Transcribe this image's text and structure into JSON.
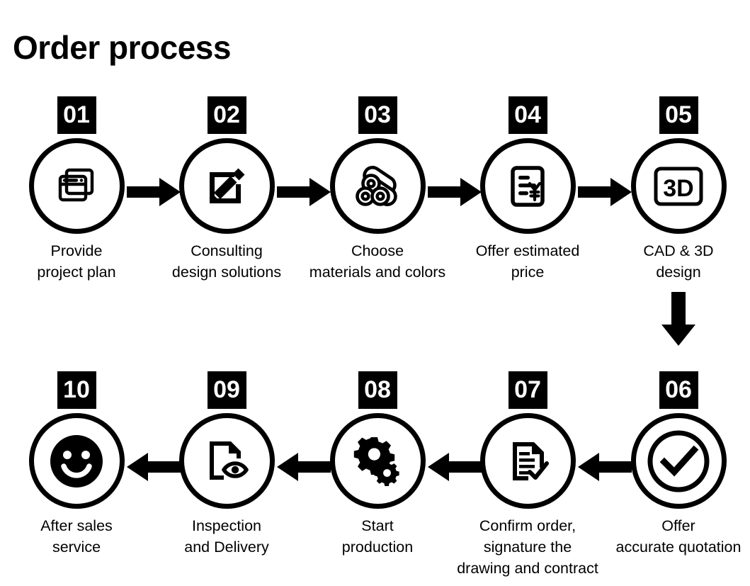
{
  "page": {
    "title": "Order process",
    "background_color": "#ffffff",
    "ink_color": "#000000"
  },
  "flow": {
    "direction_top_row": "left-to-right",
    "direction_bottom_row": "right-to-left",
    "connector_between_rows": "down-arrow"
  },
  "steps": [
    {
      "number": "01",
      "icon": "stacked-windows-icon",
      "caption": "Provide\nproject plan",
      "caption_line1": "Provide",
      "caption_line2": "project plan"
    },
    {
      "number": "02",
      "icon": "pencil-edit-square-icon",
      "caption": "Consulting\ndesign solutions",
      "caption_line1": "Consulting",
      "caption_line2": "design solutions"
    },
    {
      "number": "03",
      "icon": "stacked-pipes-materials-icon",
      "caption": "Choose\nmaterials and colors",
      "caption_line1": "Choose",
      "caption_line2": "materials and colors"
    },
    {
      "number": "04",
      "icon": "invoice-yen-icon",
      "caption": "Offer estimated\nprice",
      "caption_line1": "Offer estimated",
      "caption_line2": "price"
    },
    {
      "number": "05",
      "icon": "three-d-badge-icon",
      "caption": "CAD & 3D\ndesign",
      "caption_line1": "CAD & 3D",
      "caption_line2": "design"
    },
    {
      "number": "06",
      "icon": "check-circle-icon",
      "caption": "Offer\naccurate quotation",
      "caption_line1": "Offer",
      "caption_line2": "accurate quotation"
    },
    {
      "number": "07",
      "icon": "document-check-icon",
      "caption": "Confirm order,\nsignature the\ndrawing and contract",
      "caption_line1": "Confirm order,",
      "caption_line2": "signature the",
      "caption_line3": "drawing and contract"
    },
    {
      "number": "08",
      "icon": "gears-icon",
      "caption": "Start\nproduction",
      "caption_line1": "Start",
      "caption_line2": "production"
    },
    {
      "number": "09",
      "icon": "document-eye-inspection-icon",
      "caption": "Inspection\nand Delivery",
      "caption_line1": "Inspection",
      "caption_line2": "and Delivery"
    },
    {
      "number": "10",
      "icon": "smiley-face-icon",
      "caption": "After sales\nservice",
      "caption_line1": "After sales",
      "caption_line2": "service"
    }
  ]
}
